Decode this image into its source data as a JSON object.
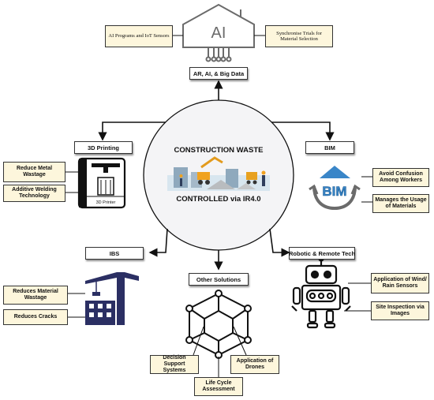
{
  "center": {
    "title": "CONSTRUCTION WASTE",
    "subtitle": "CONTROLLED via IR4.0"
  },
  "top": {
    "house_label": "AI",
    "category": "AR, AI, & Big Data",
    "left_box": "AI Programs and IoT Sensors",
    "right_box": "Synchronise Trials for Material Selection"
  },
  "printing": {
    "category": "3D Printing",
    "items": [
      "Reduce Metal Wastage",
      "Additive Welding Technology"
    ],
    "printer_label": "3D Printer"
  },
  "bim": {
    "category": "BIM",
    "logo_text": "BIM",
    "items": [
      "Avoid Confusion Among Workers",
      "Manages the Usage of Materials"
    ]
  },
  "ibs": {
    "category": "IBS",
    "items": [
      "Reduces Material Wastage",
      "Reduces Cracks"
    ]
  },
  "other": {
    "category": "Other Solutions",
    "items": [
      "Decision Support Systems",
      "Application of Drones",
      "Life Cycle Assessment"
    ]
  },
  "robotic": {
    "category": "Robotic & Remote Tech",
    "items": [
      "Application of Wind/ Rain Sensors",
      "Site Inspection via Images"
    ]
  },
  "colors": {
    "box_fill": "#fdf6dc",
    "navy": "#2b2f63",
    "icon_grey": "#6b6b6b",
    "bim_blue": "#3a86c8"
  }
}
